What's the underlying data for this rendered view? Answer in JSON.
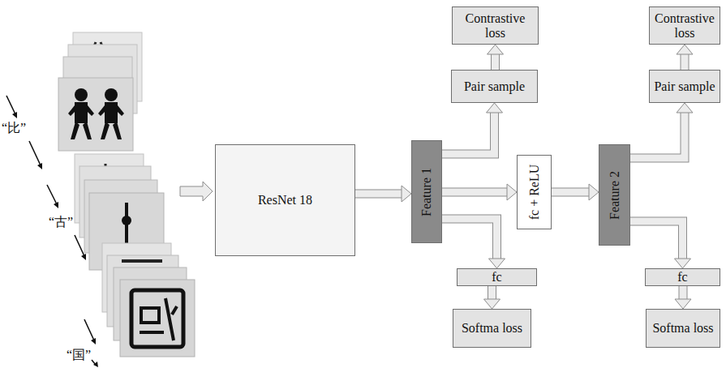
{
  "diagram": {
    "nodes": [
      {
        "text": [
          "ResNet 18"
        ]
      },
      {
        "text": [
          "Feature 1"
        ]
      },
      {
        "text": [
          "Pair sample"
        ]
      },
      {
        "text": [
          "Contrastive loss"
        ]
      },
      {
        "text": [
          "fc + ReLU"
        ]
      },
      {
        "text": [
          "fc"
        ]
      },
      {
        "text": [
          "Softma loss"
        ]
      },
      {
        "text": [
          "Feature 2"
        ]
      },
      {
        "text": [
          "Pair sample"
        ]
      },
      {
        "text": [
          "Contrastive loss"
        ]
      },
      {
        "text": [
          "fc"
        ]
      },
      {
        "text": [
          "Softma loss"
        ]
      }
    ],
    "edges": [
      {
        "from": 0,
        "to": 1,
        "arrow": "to"
      },
      {
        "from": 1,
        "to": 2,
        "arrow": "to"
      },
      {
        "from": 2,
        "to": 3,
        "arrow": "to"
      },
      {
        "from": 1,
        "to": 4,
        "arrow": "to"
      },
      {
        "from": 4,
        "to": 7,
        "arrow": "to"
      },
      {
        "from": 1,
        "to": 5,
        "arrow": "to"
      },
      {
        "from": 5,
        "to": 6,
        "arrow": "to"
      },
      {
        "from": 7,
        "to": 8,
        "arrow": "to"
      },
      {
        "from": 8,
        "to": 9,
        "arrow": "to"
      },
      {
        "from": 7,
        "to": 10,
        "arrow": "to"
      },
      {
        "from": 10,
        "to": 11,
        "arrow": "to"
      }
    ],
    "labels": [
      "“比”",
      "“古”",
      "“国”"
    ]
  }
}
